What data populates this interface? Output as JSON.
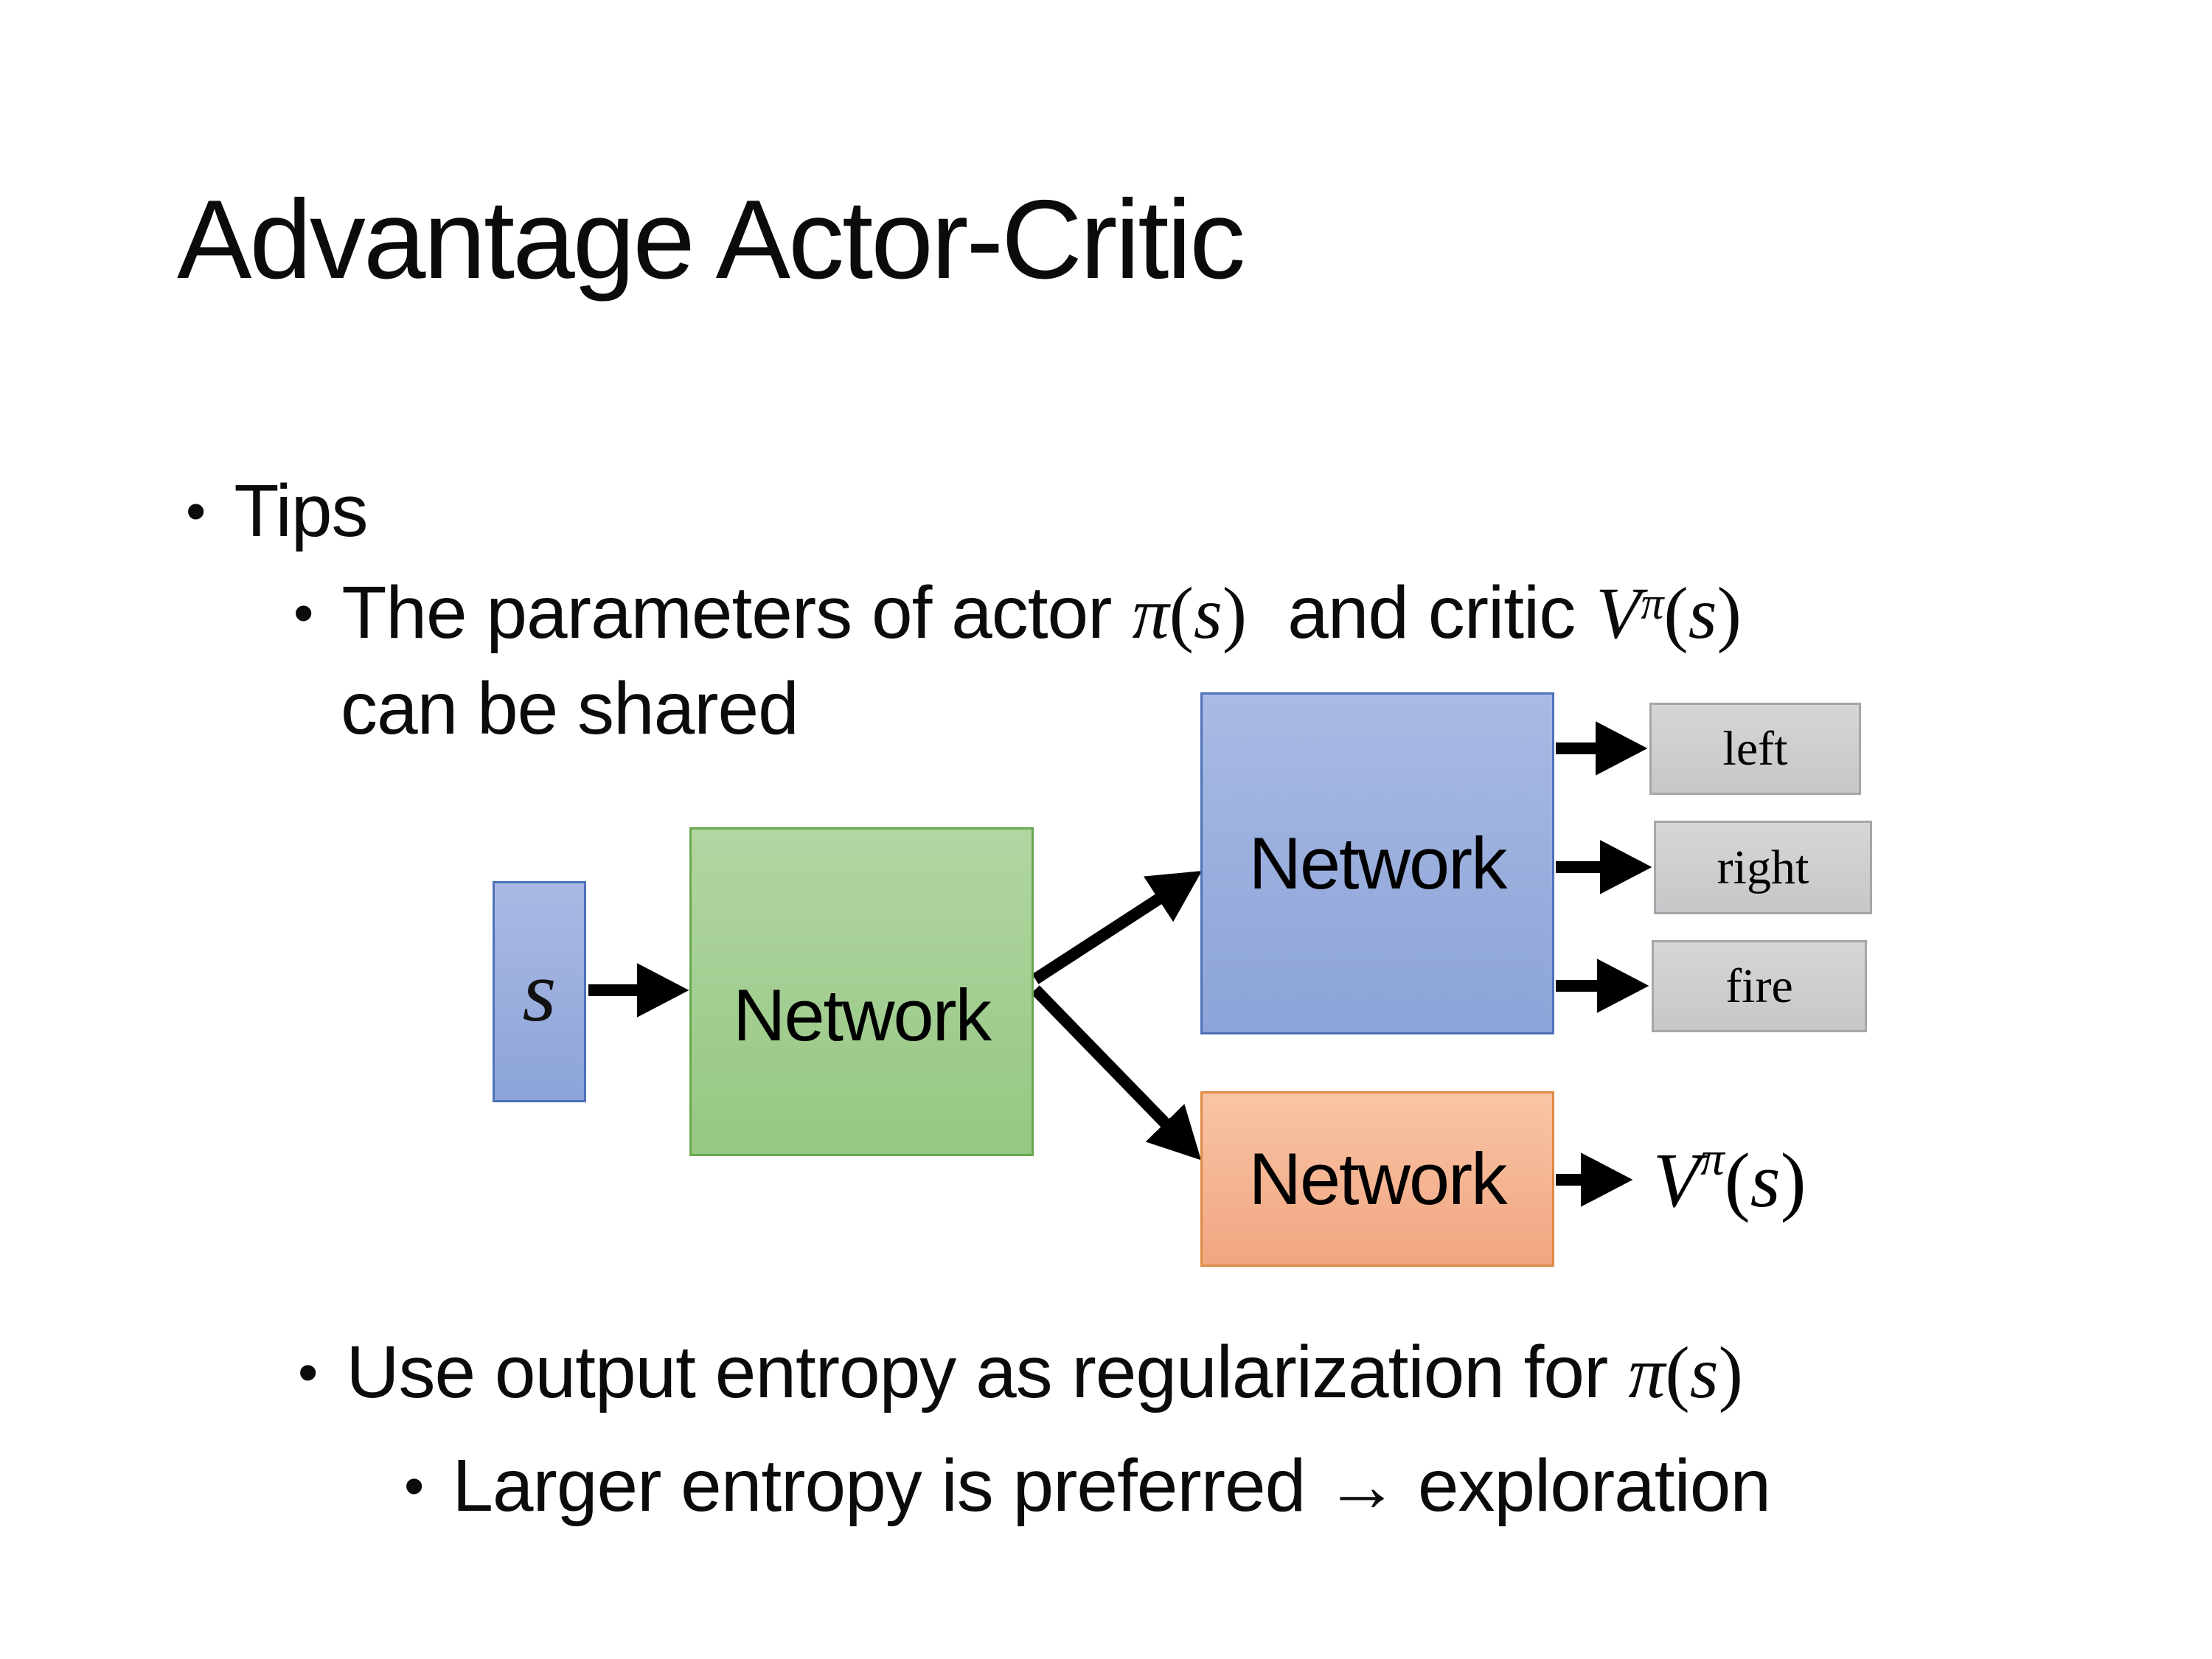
{
  "slide": {
    "title": "Advantage Actor-Critic",
    "bullet_char": "•",
    "tips": {
      "label": "Tips"
    },
    "param_bullet": {
      "pre": "The parameters of actor",
      "actor_math_pi": "π",
      "actor_math_open": "(",
      "actor_math_s": "s",
      "actor_math_close": ")",
      "mid": "and critic",
      "critic_base": "V",
      "critic_sup": "π",
      "critic_open": "(",
      "critic_s": "s",
      "critic_close": ")",
      "line2": "can be shared"
    },
    "entropy_bullet": {
      "pre": "Use output entropy as regularization for",
      "math_pi": "π",
      "math_open": "(",
      "math_s": "s",
      "math_close": ")"
    },
    "exploration_bullet": {
      "label": "Larger entropy is preferred → exploration"
    },
    "diagram": {
      "state_label": "s",
      "shared_network_label": "Network",
      "actor_network_label": "Network",
      "critic_network_label": "Network",
      "actions": [
        {
          "label": "left"
        },
        {
          "label": "right"
        },
        {
          "label": "fire"
        }
      ],
      "critic_output": {
        "base": "V",
        "sup": "π",
        "open": "(",
        "s": "s",
        "close": ")"
      },
      "colors": {
        "state_fill_top": "#aab9e4",
        "state_fill_bottom": "#8ca4d8",
        "state_border": "#4e72b8",
        "shared_fill_top": "#b2d6a2",
        "shared_fill_bottom": "#96c783",
        "shared_border": "#6aa84f",
        "actor_fill_top": "#a9bae4",
        "actor_fill_bottom": "#8ca4d8",
        "actor_border": "#4e72b8",
        "critic_fill_top": "#f8c5a5",
        "critic_fill_bottom": "#f2a581",
        "critic_border": "#de8a44",
        "action_fill_top": "#d4d6d7",
        "action_fill_bottom": "#c5c7c9",
        "action_border": "#a6a6a6",
        "arrow": "#000000"
      }
    }
  }
}
